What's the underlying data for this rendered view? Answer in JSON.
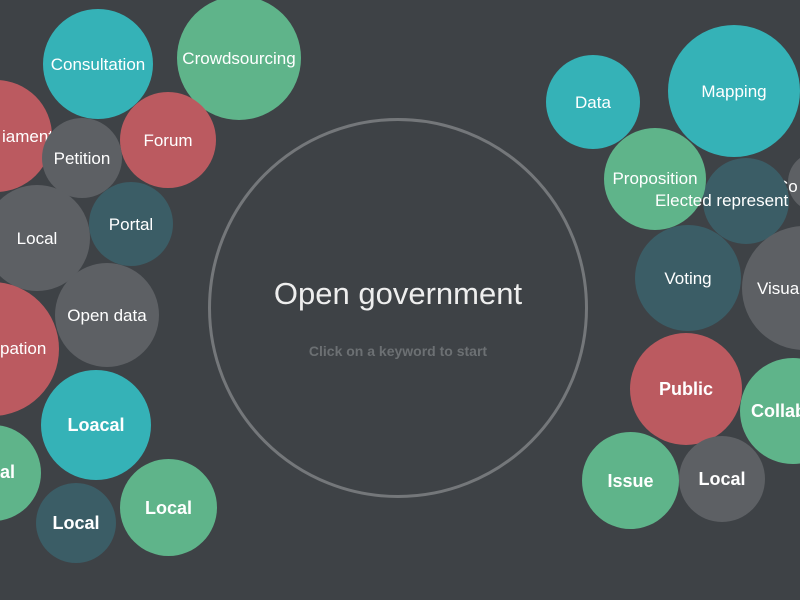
{
  "center": {
    "title": "Open government",
    "subtitle": "Click on a keyword to start"
  },
  "bubbles": {
    "consultation": "Consultation",
    "crowdsourcing": "Crowdsourcing",
    "parliament_partial": "iament",
    "petition": "Petition",
    "forum": "Forum",
    "local_1": "Local",
    "portal": "Portal",
    "open_data": "Open data",
    "participation_partial": "pation",
    "loacal": "Loacal",
    "left_partial": "al",
    "local_2": "Local",
    "local_3": "Local",
    "data": "Data",
    "mapping": "Mapping",
    "proposition": "Proposition",
    "elected_representative": "Elected represent",
    "co_partial": "Co",
    "voting": "Voting",
    "visua_partial": "Visua",
    "public": "Public",
    "collab_partial": "Collab",
    "issue": "Issue",
    "local_4": "Local"
  },
  "colors": {
    "background": "#3e4246",
    "teal": "#35b2b7",
    "green": "#5fb48a",
    "red": "#bb5a60",
    "grey": "#5d6064",
    "dark_teal": "#3b5d66",
    "ring": "#74777a"
  }
}
